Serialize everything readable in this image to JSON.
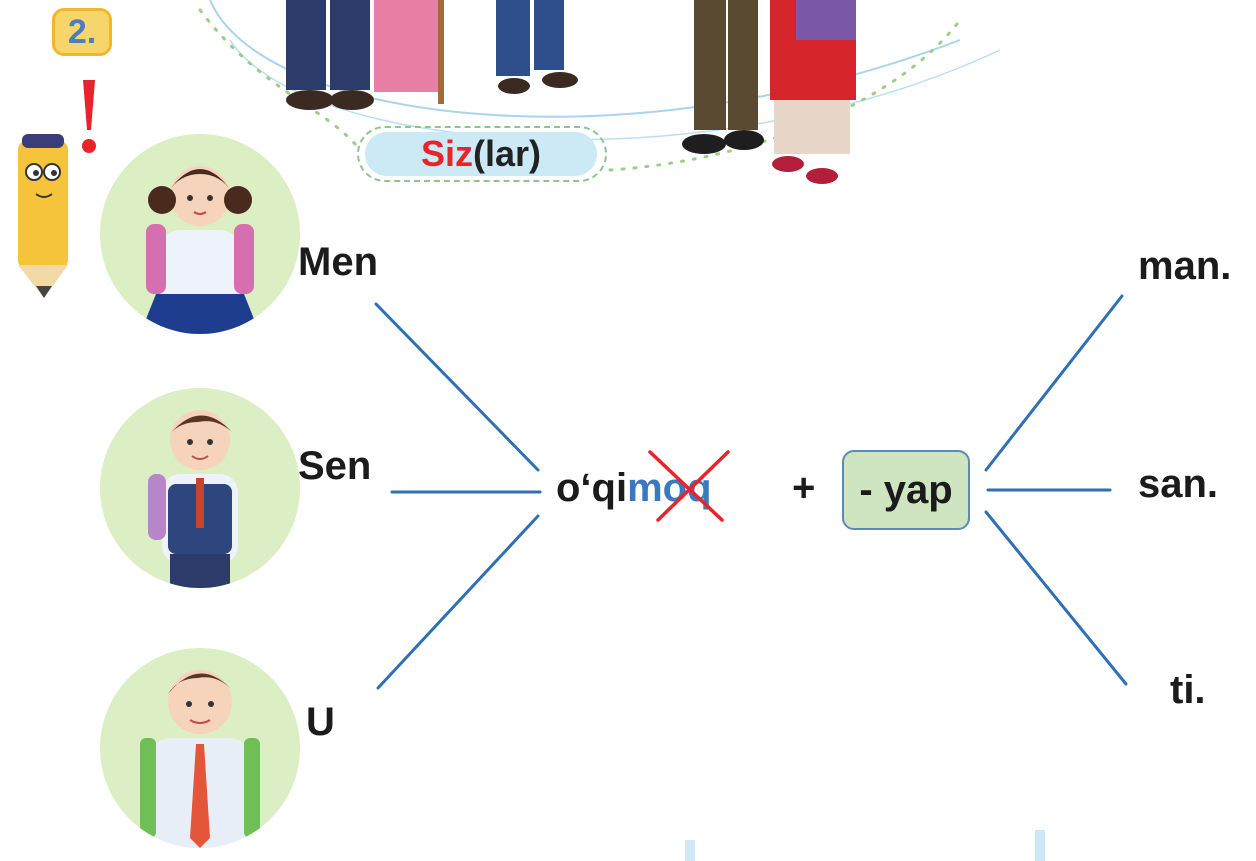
{
  "exercise": {
    "number": "2."
  },
  "banner": {
    "pronoun_root": "Siz",
    "pronoun_suffix": "(lar)"
  },
  "pronouns": [
    "Men",
    "Sen",
    "U"
  ],
  "verb": {
    "stem": "o‘qi",
    "ending": "moq"
  },
  "operator": "+",
  "suffix": "- yap",
  "endings": [
    "man.",
    "san.",
    "ti."
  ],
  "colors": {
    "line": "#2f6fb5",
    "accent_red": "#e8232b",
    "suffix_bg": "#cfe4c0",
    "banner_bg": "#cce9f6"
  }
}
